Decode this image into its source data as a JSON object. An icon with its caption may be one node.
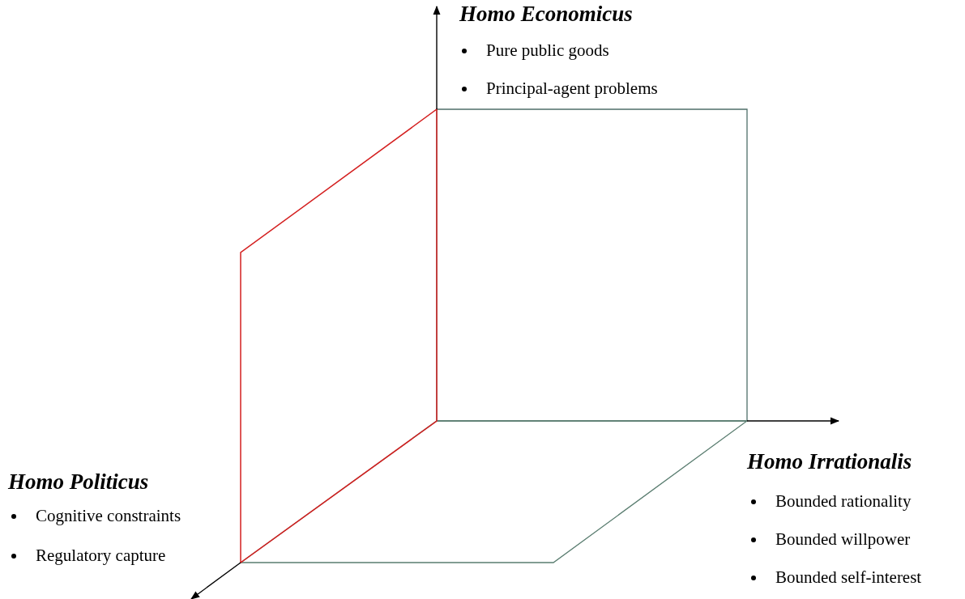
{
  "diagram": {
    "labels": [
      "Homo Economicus",
      "Pure public goods",
      "Principal-agent problems",
      "Homo Politicus",
      "Cognitive constraints",
      "Regulatory capture",
      "Homo Irrationalis",
      "Bounded rationality",
      "Bounded willpower",
      "Bounded self-interest"
    ]
  }
}
